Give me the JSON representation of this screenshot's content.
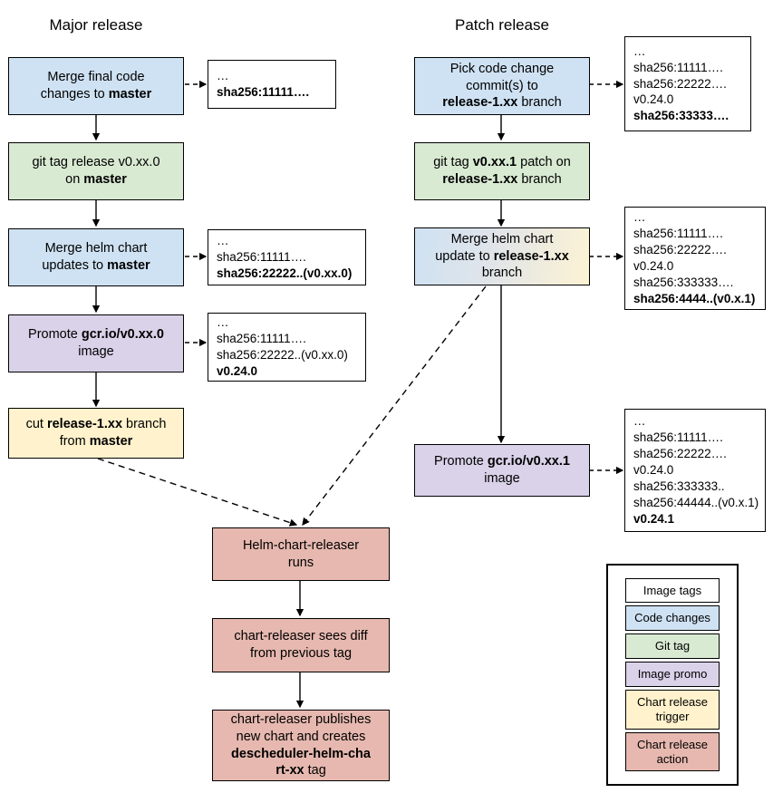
{
  "titles": {
    "major": "Major release",
    "patch": "Patch release"
  },
  "major_release": {
    "step1": {
      "line1": "Merge final code",
      "line2_pre": "changes to ",
      "line2_bold": "master"
    },
    "step2": {
      "line1": "git tag release v0.xx.0",
      "line2_pre": "on ",
      "line2_bold": "master"
    },
    "step3": {
      "line1": "Merge helm chart",
      "line2_pre": "updates to ",
      "line2_bold": "master"
    },
    "step4": {
      "line1_pre": "Promote ",
      "line1_bold": "gcr.io/v0.xx.0",
      "line2": "image"
    },
    "step5": {
      "line1_pre": "cut ",
      "line1_bold": "release-1.xx",
      "line1_post": " branch",
      "line2_pre": "from ",
      "line2_bold": "master"
    }
  },
  "patch_release": {
    "step1": {
      "line1": "Pick code change",
      "line2": "commit(s) to",
      "line3_bold": "release-1.xx",
      "line3_post": " branch"
    },
    "step2": {
      "line1_pre": "git tag ",
      "line1_bold": "v0.xx.1",
      "line1_post": " patch on",
      "line2_bold": "release-1.xx",
      "line2_post": " branch"
    },
    "step3": {
      "line1": "Merge helm chart",
      "line2_pre": "update to ",
      "line2_bold": "release-1.xx",
      "line3": "branch"
    },
    "step4": {
      "line1_pre": "Promote ",
      "line1_bold": "gcr.io/v0.xx.1",
      "line2": "image"
    }
  },
  "chart_release": {
    "step1": {
      "line1": "Helm-chart-releaser",
      "line2": "runs"
    },
    "step2": {
      "line1": "chart-releaser sees diff",
      "line2": "from previous tag"
    },
    "step3": {
      "line1": "chart-releaser publishes",
      "line2": "new chart and creates",
      "line3_bold": "descheduler-helm-cha",
      "line4_bold": "rt-xx",
      "line4_post": " tag"
    }
  },
  "tag_boxes": {
    "major_1": {
      "lines": [
        {
          "text": "…",
          "bold": false
        },
        {
          "text": "sha256:11111….",
          "bold": true
        }
      ]
    },
    "major_3": {
      "lines": [
        {
          "text": "…",
          "bold": false
        },
        {
          "text": "sha256:11111….",
          "bold": false
        },
        {
          "text": "sha256:22222..(v0.xx.0)",
          "bold": true
        }
      ]
    },
    "major_4": {
      "lines": [
        {
          "text": "…",
          "bold": false
        },
        {
          "text": "sha256:11111….",
          "bold": false
        },
        {
          "text": "sha256:22222..(v0.xx.0)",
          "bold": false
        },
        {
          "text": "v0.24.0",
          "bold": true
        }
      ]
    },
    "patch_1": {
      "lines": [
        {
          "text": "…",
          "bold": false
        },
        {
          "text": "sha256:11111….",
          "bold": false
        },
        {
          "text": "sha256:22222….",
          "bold": false
        },
        {
          "text": "v0.24.0",
          "bold": false
        },
        {
          "text": "sha256:33333….",
          "bold": true
        }
      ]
    },
    "patch_3": {
      "lines": [
        {
          "text": "…",
          "bold": false
        },
        {
          "text": "sha256:11111….",
          "bold": false
        },
        {
          "text": "sha256:22222….",
          "bold": false
        },
        {
          "text": "v0.24.0",
          "bold": false
        },
        {
          "text": "sha256:333333….",
          "bold": false
        },
        {
          "text": "sha256:4444..(v0.x.1)",
          "bold": true
        }
      ]
    },
    "patch_4": {
      "lines": [
        {
          "text": "…",
          "bold": false
        },
        {
          "text": "sha256:11111….",
          "bold": false
        },
        {
          "text": "sha256:22222….",
          "bold": false
        },
        {
          "text": "v0.24.0",
          "bold": false
        },
        {
          "text": "sha256:333333..",
          "bold": false
        },
        {
          "text": "sha256:44444..(v0.x.1)",
          "bold": false
        },
        {
          "text": "v0.24.1",
          "bold": true
        }
      ]
    }
  },
  "legend": {
    "items": [
      {
        "label": "Image tags",
        "color": "#ffffff"
      },
      {
        "label": "Code changes",
        "color": "#cfe2f3"
      },
      {
        "label": "Git tag",
        "color": "#d9ead3"
      },
      {
        "label": "Image promo",
        "color": "#d9d2e9"
      },
      {
        "label": "Chart release trigger",
        "color": "#fff2cc"
      },
      {
        "label": "Chart release action",
        "color": "#e6b8af"
      }
    ]
  },
  "colors": {
    "code_changes": "#cfe2f3",
    "git_tag": "#d9ead3",
    "image_promo": "#d9d2e9",
    "chart_release_trigger": "#fff2cc",
    "chart_release_action": "#e6b8af",
    "image_tags": "#ffffff",
    "stroke": "#000000"
  }
}
